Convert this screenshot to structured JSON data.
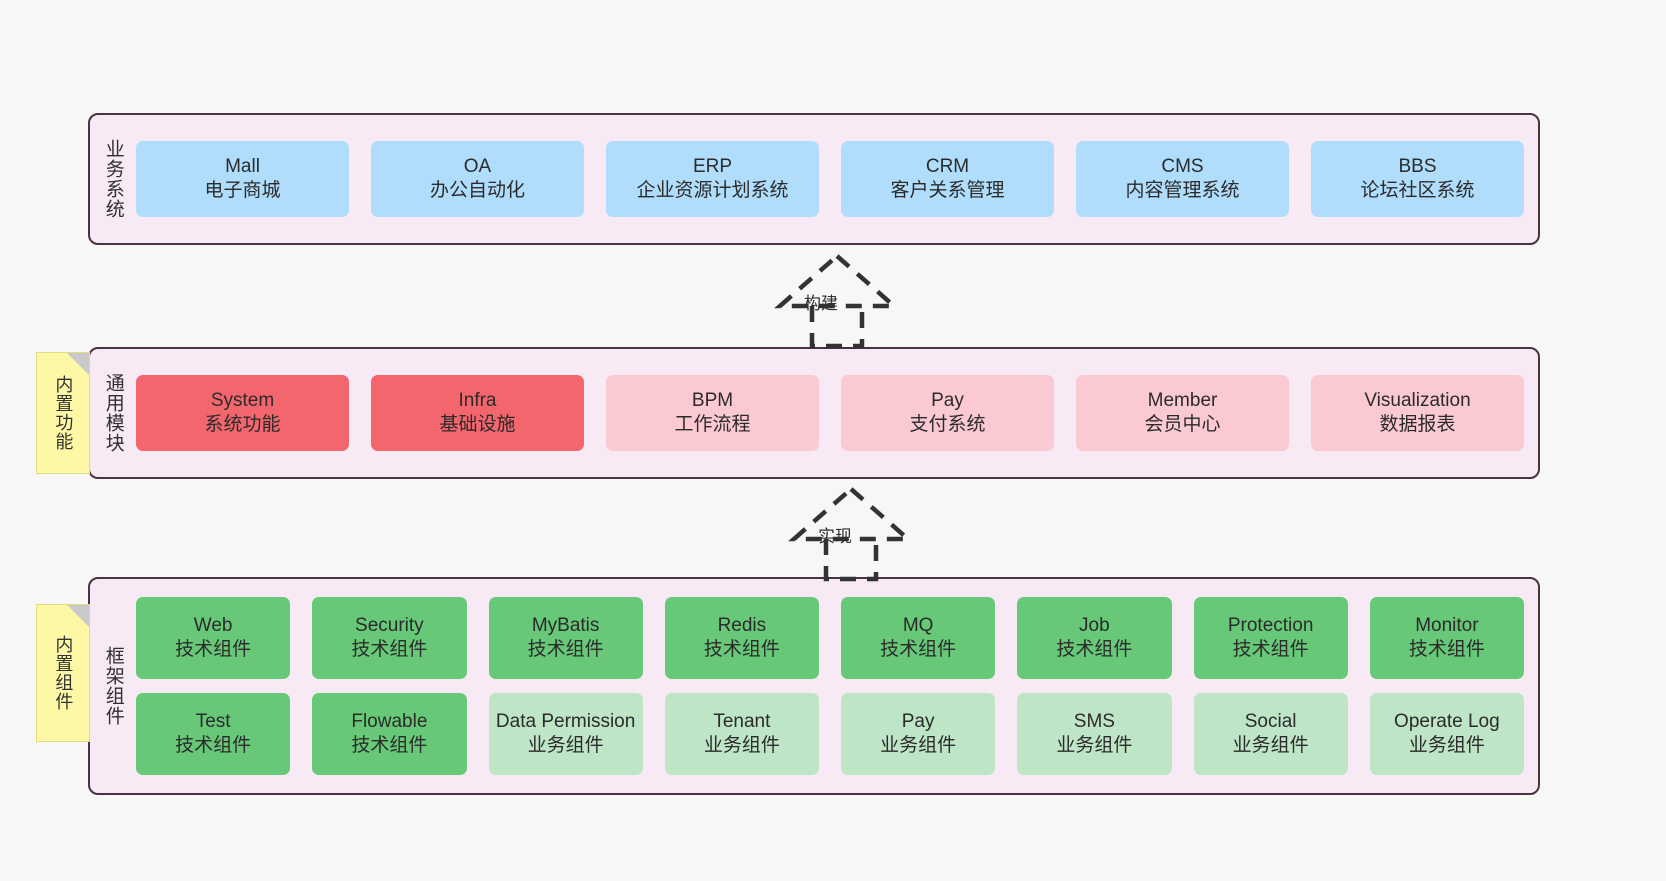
{
  "diagram": {
    "title_hidden": "",
    "colors": {
      "panel_bg": "#f8eaf4",
      "panel_border": "#4a3340",
      "blue": "#afddfb",
      "red": "#f4666e",
      "pink": "#fbc9d2",
      "green": "#67c878",
      "light_green": "#bee5c6",
      "sticky_yellow": "#fdf8a6",
      "canvas_bg": "#f7f7f7"
    }
  },
  "sections": {
    "business": {
      "label": "业务系统",
      "cards": [
        {
          "en": "Mall",
          "cn": "电子商城"
        },
        {
          "en": "OA",
          "cn": "办公自动化"
        },
        {
          "en": "ERP",
          "cn": "企业资源计划系统"
        },
        {
          "en": "CRM",
          "cn": "客户关系管理"
        },
        {
          "en": "CMS",
          "cn": "内容管理系统"
        },
        {
          "en": "BBS",
          "cn": "论坛社区系统"
        }
      ]
    },
    "modules": {
      "label": "通用模块",
      "sticky": "内置功能",
      "cards": [
        {
          "en": "System",
          "cn": "系统功能",
          "tone": "red"
        },
        {
          "en": "Infra",
          "cn": "基础设施",
          "tone": "red"
        },
        {
          "en": "BPM",
          "cn": "工作流程",
          "tone": "pink"
        },
        {
          "en": "Pay",
          "cn": "支付系统",
          "tone": "pink"
        },
        {
          "en": "Member",
          "cn": "会员中心",
          "tone": "pink"
        },
        {
          "en": "Visualization",
          "cn": "数据报表",
          "tone": "pink"
        }
      ]
    },
    "framework": {
      "label": "框架组件",
      "sticky": "内置组件",
      "row1": [
        {
          "en": "Web",
          "cn": "技术组件"
        },
        {
          "en": "Security",
          "cn": "技术组件"
        },
        {
          "en": "MyBatis",
          "cn": "技术组件"
        },
        {
          "en": "Redis",
          "cn": "技术组件"
        },
        {
          "en": "MQ",
          "cn": "技术组件"
        },
        {
          "en": "Job",
          "cn": "技术组件"
        },
        {
          "en": "Protection",
          "cn": "技术组件"
        },
        {
          "en": "Monitor",
          "cn": "技术组件"
        }
      ],
      "row2": [
        {
          "en": "Test",
          "cn": "技术组件",
          "tone": "green"
        },
        {
          "en": "Flowable",
          "cn": "技术组件",
          "tone": "green"
        },
        {
          "en": "Data Permission",
          "cn": "业务组件",
          "tone": "light"
        },
        {
          "en": "Tenant",
          "cn": "业务组件",
          "tone": "light"
        },
        {
          "en": "Pay",
          "cn": "业务组件",
          "tone": "light"
        },
        {
          "en": "SMS",
          "cn": "业务组件",
          "tone": "light"
        },
        {
          "en": "Social",
          "cn": "业务组件",
          "tone": "light"
        },
        {
          "en": "Operate Log",
          "cn": "业务组件",
          "tone": "light"
        }
      ]
    }
  },
  "arrows": [
    {
      "name": "build",
      "label": "构建"
    },
    {
      "name": "implement",
      "label": "实现"
    }
  ]
}
